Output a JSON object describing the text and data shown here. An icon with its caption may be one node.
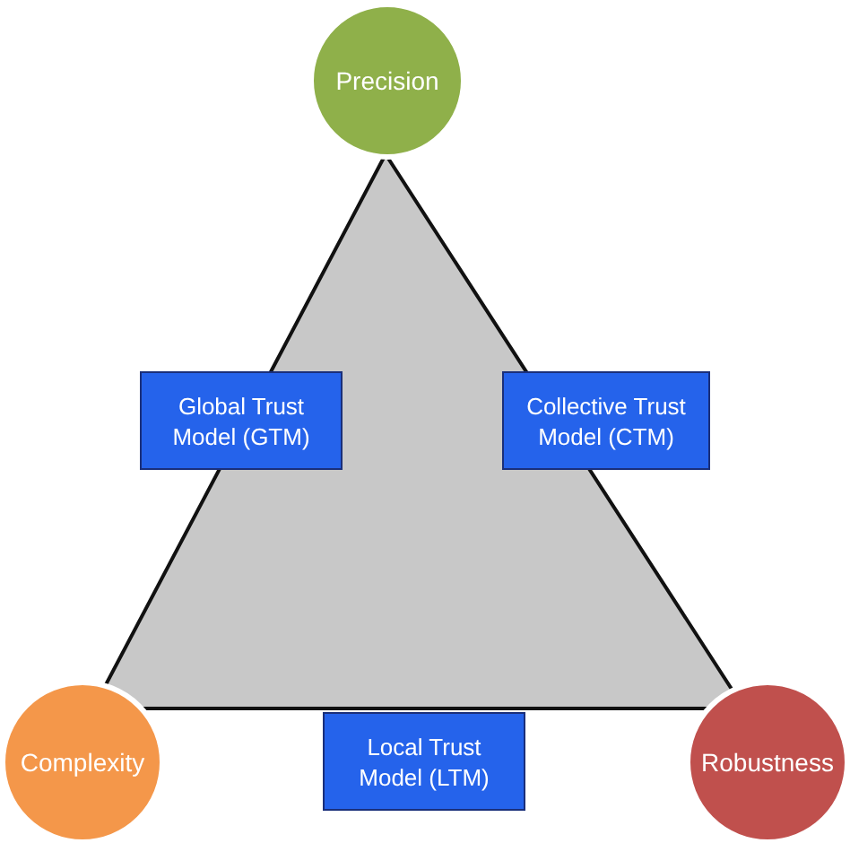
{
  "diagram": {
    "nodes": [
      {
        "text": [
          "Precision"
        ]
      },
      {
        "text": [
          "Global Trust Model (GTM)"
        ]
      },
      {
        "text": [
          "Collective Trust Model (CTM)"
        ]
      },
      {
        "text": [
          "Complexity"
        ]
      },
      {
        "text": [
          "Local Trust Model (LTM)"
        ]
      },
      {
        "text": [
          "Robustness"
        ]
      }
    ]
  }
}
